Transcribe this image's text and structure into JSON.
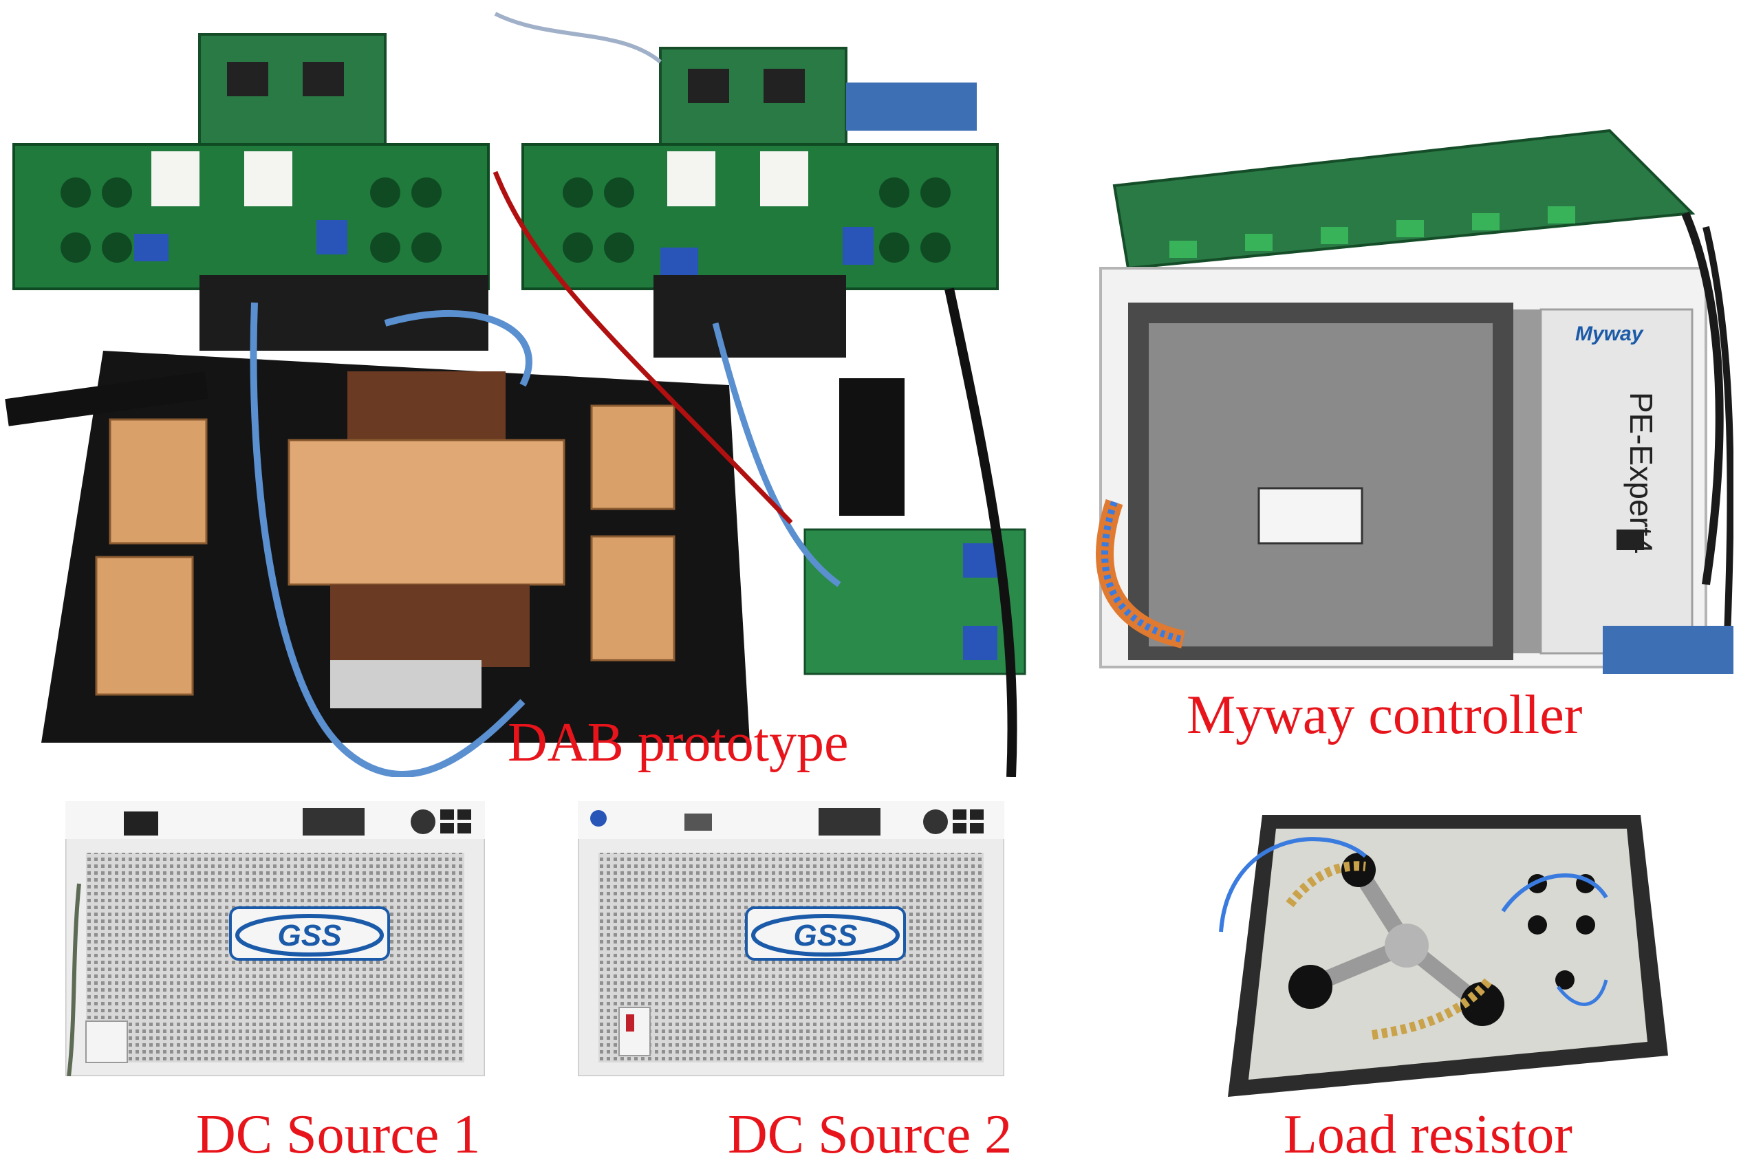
{
  "captions": {
    "dab": "DAB prototype",
    "myway": "Myway controller",
    "dc1": "DC Source 1",
    "dc2": "DC Source 2",
    "load": "Load resistor"
  },
  "labels": {
    "gss_logo": "GSS",
    "pe_expert": "PE-Expert4",
    "myway_brand": "Myway"
  },
  "colors": {
    "caption": "#e8141b",
    "pcb_green": "#1f7a3c",
    "copper": "#d9a06a",
    "heatsink": "#1c1c1c",
    "rack_white": "#f2f2f2",
    "gss_blue": "#1b5aa8"
  }
}
